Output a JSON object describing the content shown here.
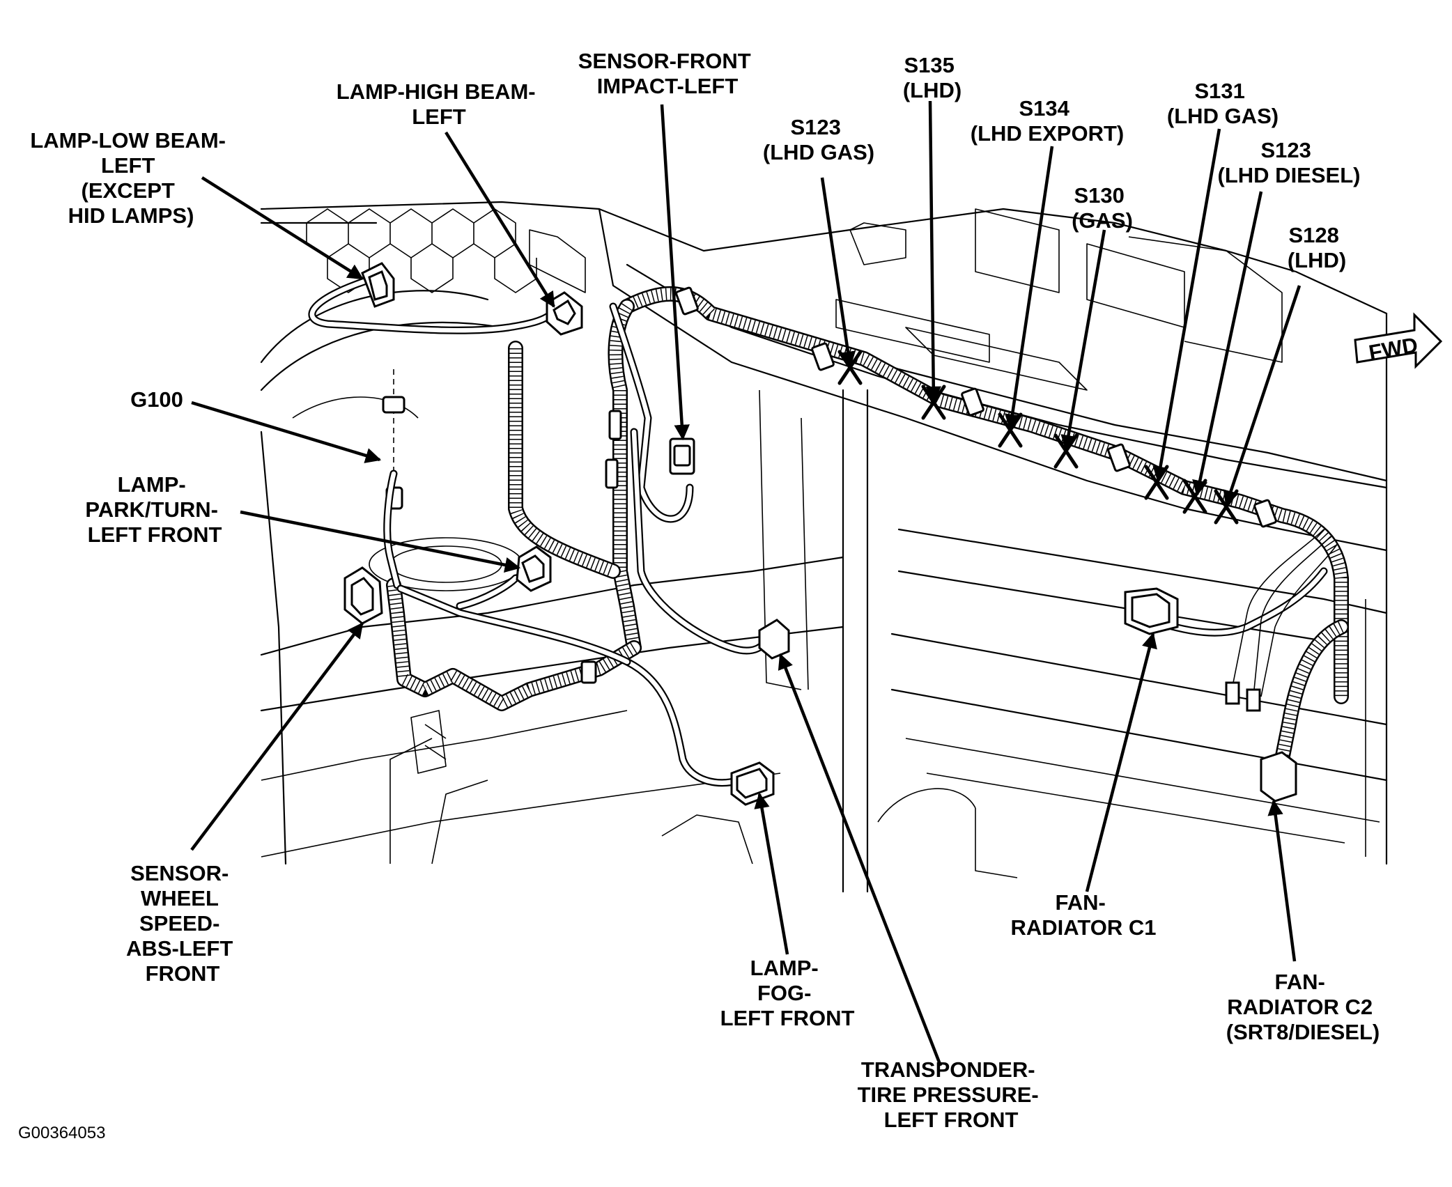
{
  "figure_id": "G00364053",
  "fwd_label": "FWD",
  "labels": {
    "lamp_low_beam": [
      "LAMP-LOW BEAM-",
      "LEFT",
      "(EXCEPT",
      "HID LAMPS)"
    ],
    "lamp_high_beam": [
      "LAMP-HIGH BEAM-",
      "LEFT"
    ],
    "sensor_front_impact": [
      "SENSOR-FRONT",
      "IMPACT-LEFT"
    ],
    "s135": [
      "S135",
      "(LHD)"
    ],
    "s134": [
      "S134",
      "(LHD EXPORT)"
    ],
    "s123_gas": [
      "S123",
      "(LHD GAS)"
    ],
    "s131": [
      "S131",
      "(LHD GAS)"
    ],
    "s123_diesel": [
      "S123",
      "(LHD DIESEL)"
    ],
    "s130": [
      "S130",
      "(GAS)"
    ],
    "s128": [
      "S128",
      "(LHD)"
    ],
    "g100": [
      "G100"
    ],
    "lamp_park_turn": [
      "LAMP-",
      "PARK/TURN-",
      "LEFT FRONT"
    ],
    "sensor_wheel_speed": [
      "SENSOR-",
      "WHEEL",
      "SPEED-",
      "ABS-LEFT",
      "FRONT"
    ],
    "lamp_fog": [
      "LAMP-",
      "FOG-",
      "LEFT FRONT"
    ],
    "transponder": [
      "TRANSPONDER-",
      "TIRE PRESSURE-",
      "LEFT FRONT"
    ],
    "fan_c1": [
      "FAN-",
      "RADIATOR C1"
    ],
    "fan_c2": [
      "FAN-",
      "RADIATOR C2",
      "(SRT8/DIESEL)"
    ]
  }
}
